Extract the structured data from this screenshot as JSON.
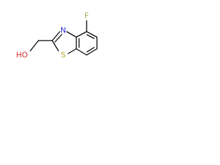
{
  "molecule": {
    "atoms": {
      "fluorine": "F",
      "nitrogen": "N",
      "sulfur": "S",
      "hydroxyl": "HO"
    },
    "colors": {
      "bond": "#000000",
      "fluorine": "#8db043",
      "nitrogen": "#2b2bd9",
      "sulfur": "#b9a12a",
      "oxygen": "#d82828"
    }
  }
}
